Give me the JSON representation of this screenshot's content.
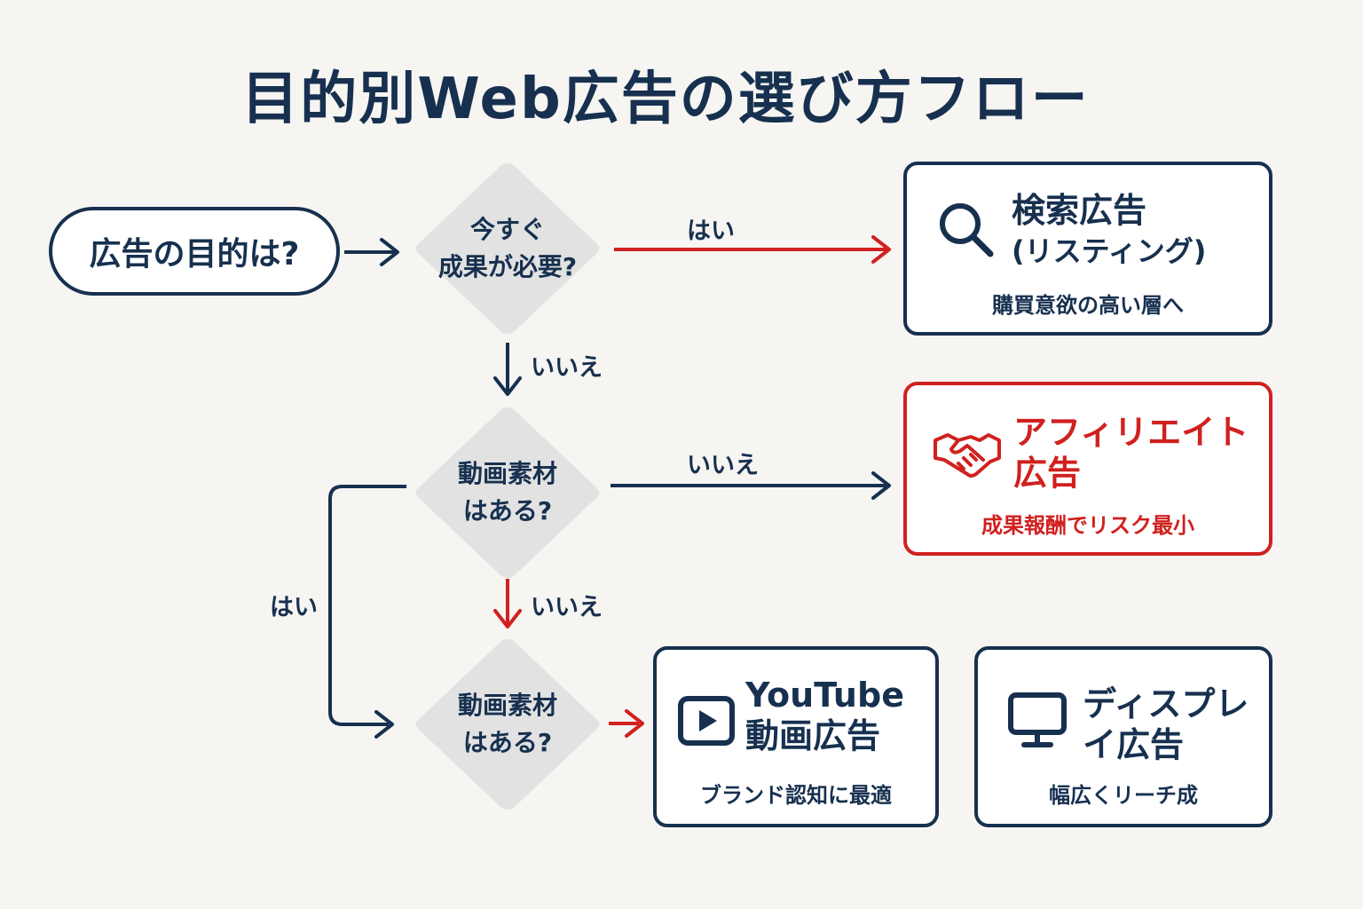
{
  "title": "目的別Web広告の選び方フロー",
  "colors": {
    "navy": "#17304f",
    "red": "#d0211f",
    "diamond": "#e2e2e2",
    "background": "#f6f5f2"
  },
  "start": {
    "label": "広告の目的は?"
  },
  "decisions": [
    {
      "line1": "今すぐ",
      "line2": "成果が必要?"
    },
    {
      "line1": "動画素材",
      "line2": "はある?"
    },
    {
      "line1": "動画素材",
      "line2": "はある?"
    }
  ],
  "edge_labels": {
    "d1_right": "はい",
    "d1_down": "いいえ",
    "d2_right": "いいえ",
    "d2_down": "いいえ",
    "d2_left": "はい"
  },
  "results": {
    "search": {
      "icon": "search-icon",
      "title_line1": "検索広告",
      "title_line2": "(リスティング)",
      "sub": "購買意欲の高い層へ"
    },
    "affiliate": {
      "icon": "handshake-icon",
      "title_line1": "アフィリエイト",
      "title_line2": "広告",
      "sub": "成果報酬でリスク最小"
    },
    "youtube": {
      "icon": "play-icon",
      "title_line1": "YouTube",
      "title_line2": "動画広告",
      "sub": "ブランド認知に最適"
    },
    "display": {
      "icon": "monitor-icon",
      "title_line1": "ディスプレ",
      "title_line2": "イ広告",
      "sub": "幅広くリーチ成"
    }
  }
}
